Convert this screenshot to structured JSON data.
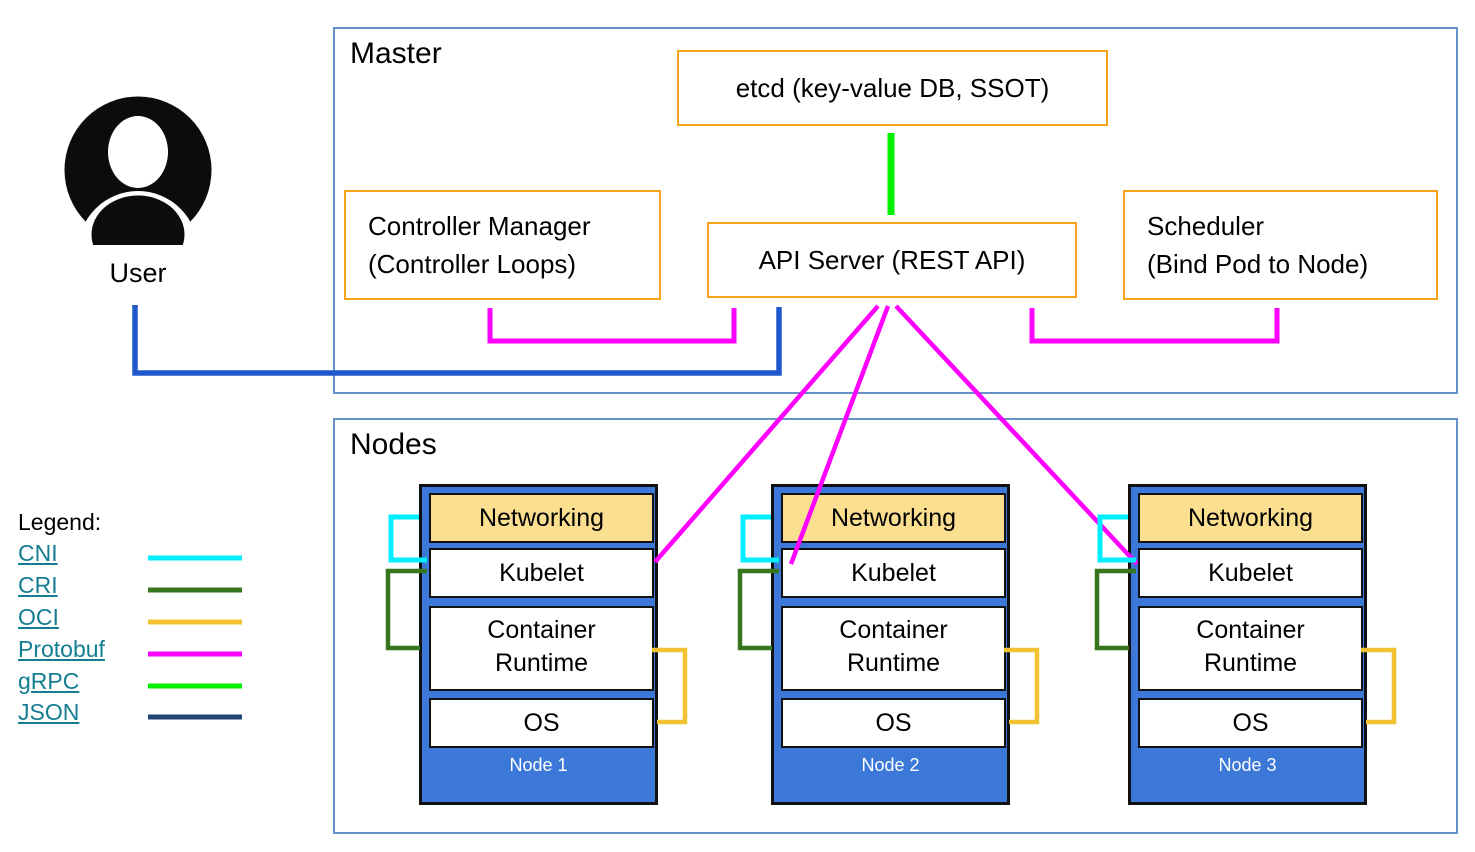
{
  "user": {
    "label": "User"
  },
  "master": {
    "title": "Master",
    "etcd_label": "etcd (key-value DB, SSOT)",
    "controller_manager": [
      "Controller Manager",
      "(Controller Loops)"
    ],
    "api_server_label": "API Server (REST API)",
    "scheduler": [
      "Scheduler",
      "(Bind Pod to Node)"
    ]
  },
  "nodes_section": {
    "title": "Nodes",
    "nodes": [
      {
        "name": "Node 1",
        "layers": [
          "Networking",
          "Kubelet",
          "Container Runtime",
          "OS"
        ]
      },
      {
        "name": "Node 2",
        "layers": [
          "Networking",
          "Kubelet",
          "Container Runtime",
          "OS"
        ]
      },
      {
        "name": "Node 3",
        "layers": [
          "Networking",
          "Kubelet",
          "Container Runtime",
          "OS"
        ]
      }
    ]
  },
  "legend": {
    "title": "Legend:",
    "items": [
      {
        "label": "CNI",
        "color": "#00EFFF"
      },
      {
        "label": "CRI",
        "color": "#38761D"
      },
      {
        "label": "OCI",
        "color": "#F1C232"
      },
      {
        "label": "Protobuf",
        "color": "#FF00FF"
      },
      {
        "label": "gRPC",
        "color": "#00F000"
      },
      {
        "label": "JSON",
        "color": "#1F4576"
      }
    ]
  },
  "colors": {
    "node_fill": "#3C78D8",
    "networking_fill": "#FBDF90",
    "component_border": "#F5A31B",
    "frame_border": "#6593C9",
    "user_api_arrow": "#2058CC",
    "legend_link_text": "#147D91"
  },
  "connections": [
    {
      "from": "etcd",
      "to": "API Server",
      "protocol": "gRPC"
    },
    {
      "from": "Controller Manager",
      "to": "API Server",
      "protocol": "Protobuf"
    },
    {
      "from": "Scheduler",
      "to": "API Server",
      "protocol": "Protobuf"
    },
    {
      "from": "User",
      "to": "API Server",
      "protocol": "JSON"
    },
    {
      "from": "API Server",
      "to": "Kubelet (Node 1)",
      "protocol": "Protobuf"
    },
    {
      "from": "API Server",
      "to": "Kubelet (Node 2)",
      "protocol": "Protobuf"
    },
    {
      "from": "API Server",
      "to": "Kubelet (Node 3)",
      "protocol": "Protobuf"
    },
    {
      "from": "Kubelet",
      "to": "Networking",
      "protocol": "CNI"
    },
    {
      "from": "Kubelet",
      "to": "Container Runtime",
      "protocol": "CRI"
    },
    {
      "from": "Container Runtime",
      "to": "OS",
      "protocol": "OCI"
    }
  ]
}
